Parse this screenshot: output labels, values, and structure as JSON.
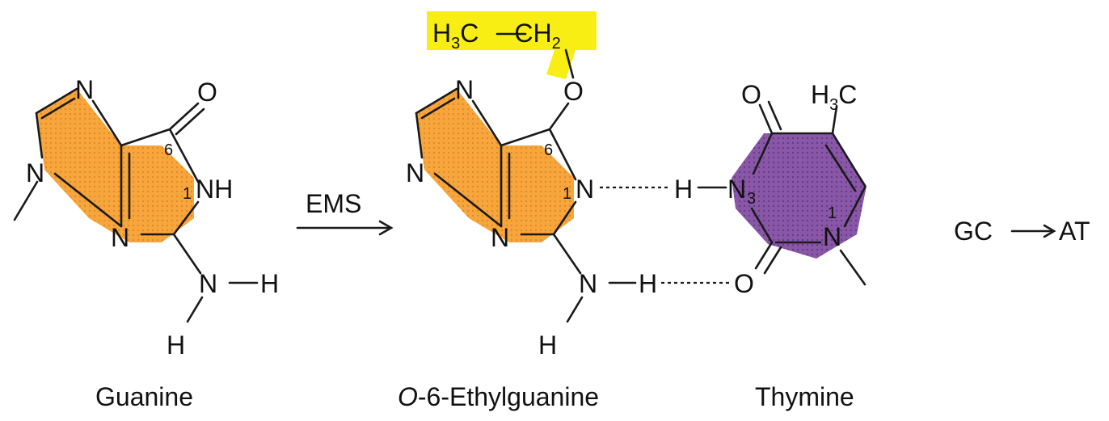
{
  "guanine": {
    "caption": "Guanine",
    "atom_n7": "N",
    "atom_n9": "N",
    "atom_o6": "O",
    "atom_n1h": "NH",
    "label_1": "1",
    "label_6": "6",
    "atom_n3": "N",
    "atom_n_amino": "N",
    "atom_h_amino_right": "H",
    "atom_h_amino_down": "H"
  },
  "reaction": {
    "reagent": "EMS"
  },
  "ethylguanine": {
    "caption_italic": "O",
    "caption_rest": "-6-Ethylguanine",
    "ethyl_h3": "H",
    "ethyl_sub3": "3",
    "ethyl_c1": "C",
    "ethyl_bond": "—",
    "ethyl_ch": "CH",
    "ethyl_sub2": "2",
    "atom_o6": "O",
    "atom_n7": "N",
    "atom_n9": "N",
    "label_6": "6",
    "label_1": "1",
    "atom_n1": "N",
    "atom_n3": "N",
    "atom_n_amino": "N",
    "atom_h_amino_right": "H",
    "atom_h_amino_down": "H"
  },
  "thymine": {
    "caption": "Thymine",
    "atom_o4": "O",
    "methyl_h": "H",
    "methyl_sub3": "3",
    "methyl_c": "C",
    "atom_h3": "H",
    "atom_n3": "N",
    "label_3": "3",
    "label_1": "1",
    "atom_n1": "N",
    "atom_o2": "O"
  },
  "transition": {
    "from": "GC",
    "to": "AT"
  },
  "colors": {
    "purine_fill": "#f7a63c",
    "pyrimidine_fill": "#8a56a8",
    "highlight": "#f8ee13"
  }
}
